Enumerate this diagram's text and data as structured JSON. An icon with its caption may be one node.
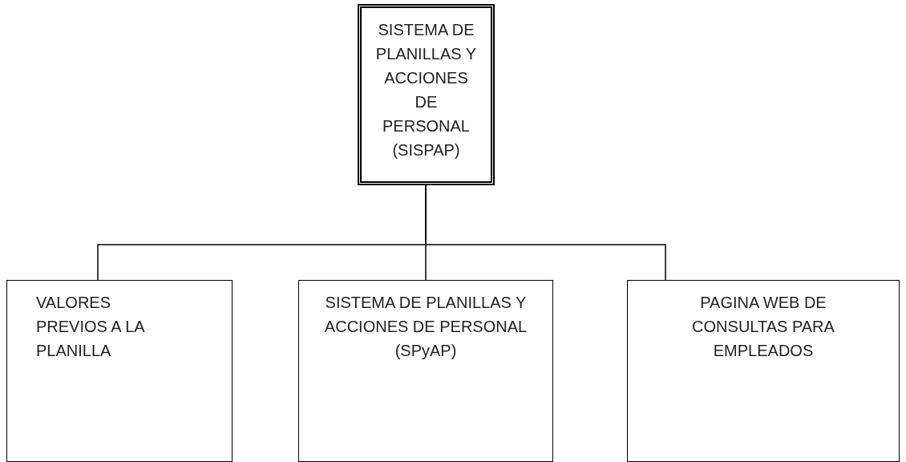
{
  "diagram": {
    "nodes": [
      {
        "text": [
          "SISTEMA DE PLANILLAS Y ACCIONES DE PERSONAL (SISPAP)"
        ]
      },
      {
        "text": [
          "VALORES PREVIOS A LA PLANILLA"
        ]
      },
      {
        "text": [
          "SISTEMA DE PLANILLAS Y ACCIONES DE PERSONAL (SPyAP)"
        ]
      },
      {
        "text": [
          "PAGINA WEB DE CONSULTAS PARA EMPLEADOS"
        ]
      }
    ],
    "edges": [
      {
        "from": 0,
        "to": 1,
        "arrow": "none"
      },
      {
        "from": 0,
        "to": 2,
        "arrow": "none"
      },
      {
        "from": 0,
        "to": 3,
        "arrow": "none"
      }
    ]
  }
}
